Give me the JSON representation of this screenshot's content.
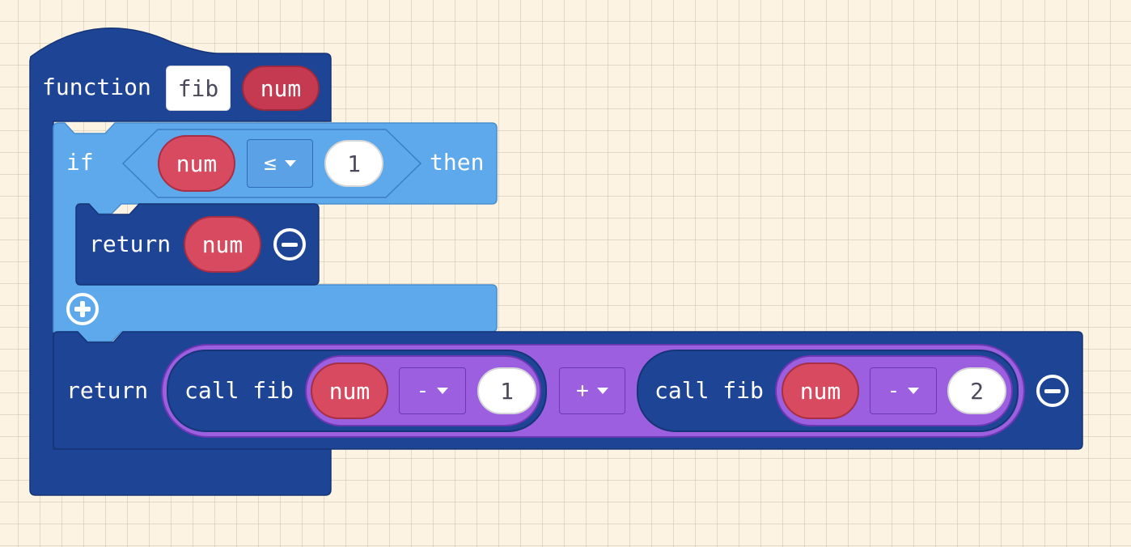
{
  "function_block": {
    "keyword": "function",
    "name": "fib",
    "param": "num"
  },
  "if_block": {
    "keyword": "if",
    "condition": {
      "left": "num",
      "operator": "≤",
      "right": "1"
    },
    "then": "then"
  },
  "inner_return": {
    "keyword": "return",
    "value": "num"
  },
  "outer_return": {
    "keyword": "return",
    "left_call": {
      "label": "call fib",
      "arg": "num",
      "operator": "-",
      "operand": "1"
    },
    "operator": "+",
    "right_call": {
      "label": "call fib",
      "arg": "num",
      "operator": "-",
      "operand": "2"
    }
  },
  "colors": {
    "function_block": "#1e4496",
    "logic_block": "#5da9ec",
    "variable": "#d84a5f",
    "math": "#9b5fe0",
    "workspace": "#fdf3e3"
  },
  "icons": [
    "plus-circle-icon",
    "minus-circle-icon",
    "dropdown-arrow-icon"
  ]
}
